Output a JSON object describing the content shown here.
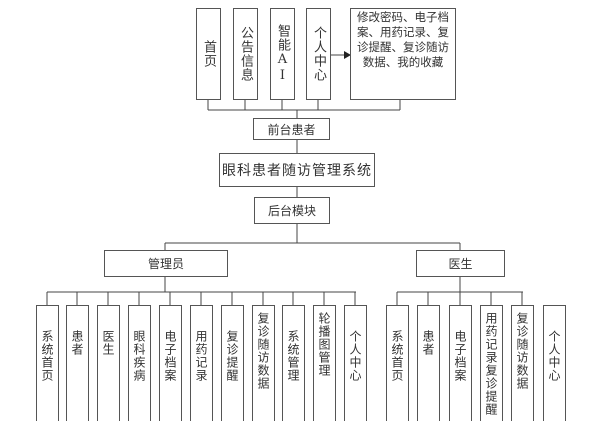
{
  "title": "眼科患者随访管理系统",
  "frontend": {
    "label": "前台患者",
    "items": [
      "首页",
      "公告信息",
      "智能AI",
      "个人中心"
    ],
    "personal_center_detail": "修改密码、电子档案、用药记录、复诊提醒、复诊随访数据、我的收藏"
  },
  "backend": {
    "label": "后台模块",
    "admin": {
      "label": "管理员",
      "items": [
        "系统首页",
        "患者",
        "医生",
        "眼科疾病",
        "电子档案",
        "用药记录",
        "复诊提醒",
        "复诊随访数据",
        "系统管理",
        "轮播图管理",
        "个人中心"
      ]
    },
    "doctor": {
      "label": "医生",
      "items": [
        "系统首页",
        "患者",
        "电子档案",
        "用药记录复诊提醒",
        "复诊随访数据",
        "个人中心"
      ]
    }
  }
}
